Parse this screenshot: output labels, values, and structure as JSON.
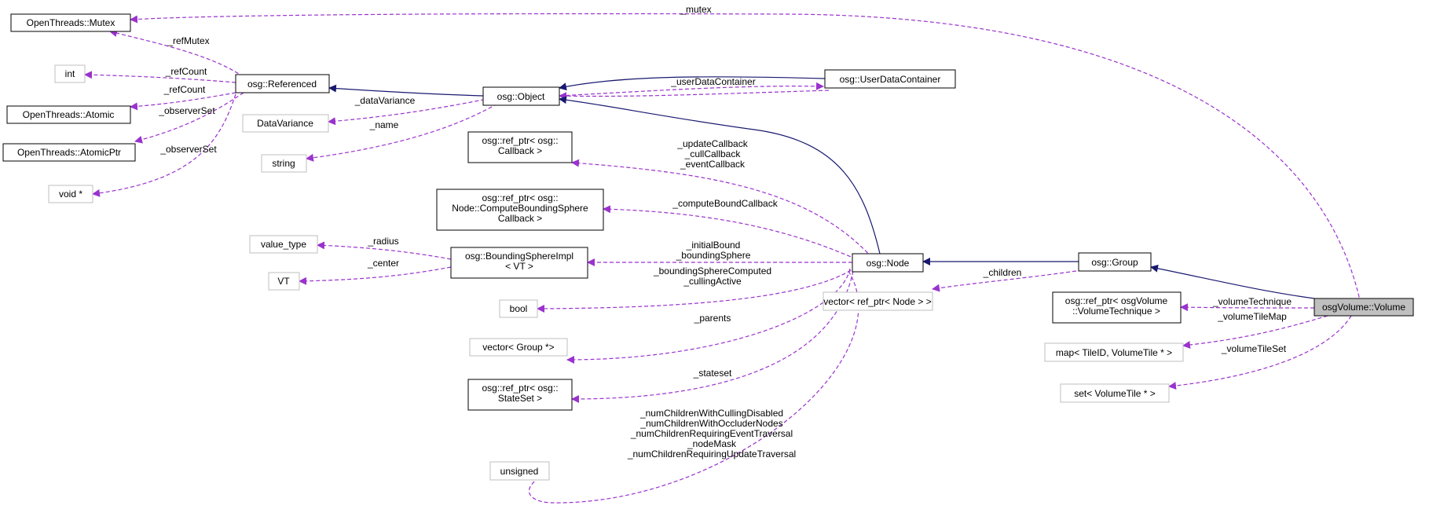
{
  "colors": {
    "inheritance_edge": "#191970",
    "usage_edge": "#9a32cd",
    "focus_fill": "#bfbfbf",
    "external_border": "#bfbfbf"
  },
  "nodes": {
    "mutex": [
      "OpenThreads::Mutex"
    ],
    "int": [
      "int"
    ],
    "atomic": [
      "OpenThreads::Atomic"
    ],
    "atomicptr": [
      "OpenThreads::AtomicPtr"
    ],
    "voidptr": [
      "void *"
    ],
    "referenced": [
      "osg::Referenced"
    ],
    "datavariance": [
      "DataVariance"
    ],
    "string": [
      "string"
    ],
    "object": [
      "osg::Object"
    ],
    "userdatacontainer": [
      "osg::UserDataContainer"
    ],
    "callback": [
      "osg::ref_ptr< osg::",
      "Callback >"
    ],
    "cbscb": [
      "osg::ref_ptr< osg::",
      "Node::ComputeBoundingSphere",
      "Callback >"
    ],
    "valuetype": [
      "value_type"
    ],
    "vt": [
      "VT"
    ],
    "bsimpl": [
      "osg::BoundingSphereImpl",
      "< VT >"
    ],
    "bool": [
      "bool"
    ],
    "vecgroup": [
      "vector< Group *>"
    ],
    "stateset": [
      "osg::ref_ptr< osg::",
      "StateSet >"
    ],
    "unsigned": [
      "unsigned"
    ],
    "node": [
      "osg::Node"
    ],
    "group": [
      "osg::Group"
    ],
    "vecnode": [
      "vector< ref_ptr< Node > >"
    ],
    "voltech": [
      "osg::ref_ptr< osgVolume",
      "::VolumeTechnique >"
    ],
    "tilemap": [
      "map< TileID, VolumeTile * >"
    ],
    "tileset": [
      "set< VolumeTile * >"
    ],
    "volume": [
      "osgVolume::Volume"
    ]
  },
  "edge_labels": {
    "mutex": [
      "_mutex"
    ],
    "refmutex": [
      "_refMutex"
    ],
    "refcount1": [
      "_refCount"
    ],
    "refcount2": [
      "_refCount"
    ],
    "observerset1": [
      "_observerSet"
    ],
    "observerset2": [
      "_observerSet"
    ],
    "datavariance": [
      "_dataVariance"
    ],
    "name": [
      "_name"
    ],
    "userdatacontainer": [
      "_userDataContainer"
    ],
    "callbacks": [
      "_updateCallback",
      "_cullCallback",
      "_eventCallback"
    ],
    "computebound": [
      "_computeBoundCallback"
    ],
    "initialbound": [
      "_initialBound",
      "_boundingSphere"
    ],
    "radius": [
      "_radius"
    ],
    "center": [
      "_center"
    ],
    "boolflags": [
      "_boundingSphereComputed",
      "_cullingActive"
    ],
    "parents": [
      "_parents"
    ],
    "stateset": [
      "_stateset"
    ],
    "unsignedflags": [
      "_numChildrenWithCullingDisabled",
      "_numChildrenWithOccluderNodes",
      "_numChildrenRequiringEventTraversal",
      "_nodeMask",
      "_numChildrenRequiringUpdateTraversal"
    ],
    "children": [
      "_children"
    ],
    "voltech": [
      "_volumeTechnique"
    ],
    "tilemap": [
      "_volumeTileMap"
    ],
    "tileset": [
      "_volumeTileSet"
    ]
  }
}
